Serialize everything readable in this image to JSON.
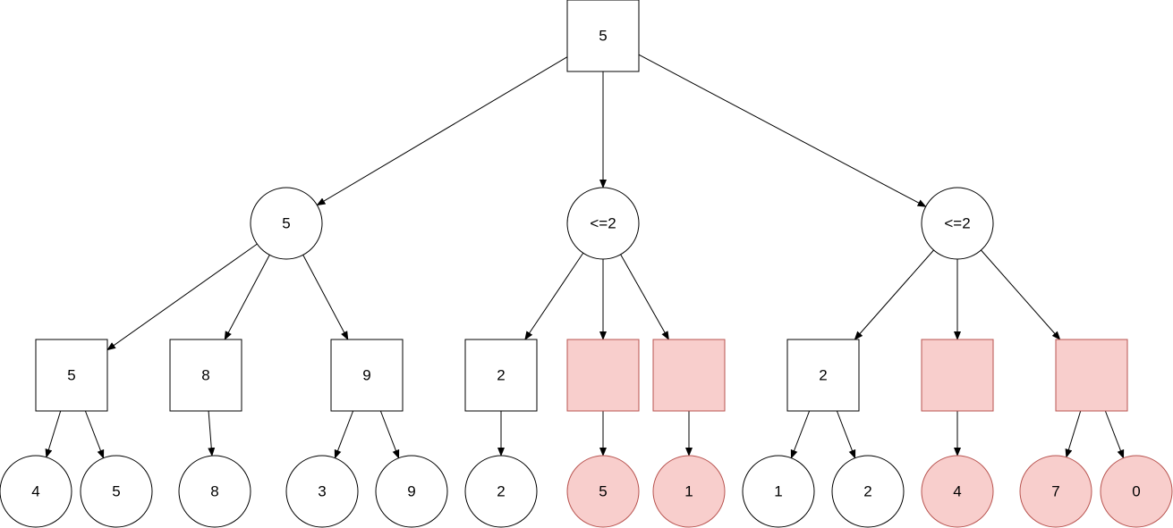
{
  "colors": {
    "stroke": "#000000",
    "node_fill": "#ffffff",
    "pruned_fill": "#f8cecc",
    "pruned_stroke": "#b85450",
    "edge": "#000000"
  },
  "nodes": [
    {
      "id": "root",
      "shape": "square",
      "label": "5",
      "pruned": false
    },
    {
      "id": "min-a",
      "shape": "circle",
      "label": "5",
      "pruned": false
    },
    {
      "id": "min-b",
      "shape": "circle",
      "label": "<=2",
      "pruned": false
    },
    {
      "id": "min-c",
      "shape": "circle",
      "label": "<=2",
      "pruned": false
    },
    {
      "id": "max-a1",
      "shape": "square",
      "label": "5",
      "pruned": false
    },
    {
      "id": "max-a2",
      "shape": "square",
      "label": "8",
      "pruned": false
    },
    {
      "id": "max-a3",
      "shape": "square",
      "label": "9",
      "pruned": false
    },
    {
      "id": "max-b1",
      "shape": "square",
      "label": "2",
      "pruned": false
    },
    {
      "id": "max-b2",
      "shape": "square",
      "label": "",
      "pruned": true
    },
    {
      "id": "max-b3",
      "shape": "square",
      "label": "",
      "pruned": true
    },
    {
      "id": "max-c1",
      "shape": "square",
      "label": "2",
      "pruned": false
    },
    {
      "id": "max-c2",
      "shape": "square",
      "label": "",
      "pruned": true
    },
    {
      "id": "max-c3",
      "shape": "square",
      "label": "",
      "pruned": true
    },
    {
      "id": "leaf-1",
      "shape": "circle",
      "label": "4",
      "pruned": false
    },
    {
      "id": "leaf-2",
      "shape": "circle",
      "label": "5",
      "pruned": false
    },
    {
      "id": "leaf-3",
      "shape": "circle",
      "label": "8",
      "pruned": false
    },
    {
      "id": "leaf-4",
      "shape": "circle",
      "label": "3",
      "pruned": false
    },
    {
      "id": "leaf-5",
      "shape": "circle",
      "label": "9",
      "pruned": false
    },
    {
      "id": "leaf-6",
      "shape": "circle",
      "label": "2",
      "pruned": false
    },
    {
      "id": "leaf-7",
      "shape": "circle",
      "label": "5",
      "pruned": true
    },
    {
      "id": "leaf-8",
      "shape": "circle",
      "label": "1",
      "pruned": true
    },
    {
      "id": "leaf-9",
      "shape": "circle",
      "label": "1",
      "pruned": false
    },
    {
      "id": "leaf-10",
      "shape": "circle",
      "label": "2",
      "pruned": false
    },
    {
      "id": "leaf-11",
      "shape": "circle",
      "label": "4",
      "pruned": true
    },
    {
      "id": "leaf-12",
      "shape": "circle",
      "label": "7",
      "pruned": true
    },
    {
      "id": "leaf-13",
      "shape": "circle",
      "label": "0",
      "pruned": true
    }
  ],
  "edges": [
    [
      "root",
      "min-a"
    ],
    [
      "root",
      "min-b"
    ],
    [
      "root",
      "min-c"
    ],
    [
      "min-a",
      "max-a1"
    ],
    [
      "min-a",
      "max-a2"
    ],
    [
      "min-a",
      "max-a3"
    ],
    [
      "min-b",
      "max-b1"
    ],
    [
      "min-b",
      "max-b2"
    ],
    [
      "min-b",
      "max-b3"
    ],
    [
      "min-c",
      "max-c1"
    ],
    [
      "min-c",
      "max-c2"
    ],
    [
      "min-c",
      "max-c3"
    ],
    [
      "max-a1",
      "leaf-1"
    ],
    [
      "max-a1",
      "leaf-2"
    ],
    [
      "max-a2",
      "leaf-3"
    ],
    [
      "max-a3",
      "leaf-4"
    ],
    [
      "max-a3",
      "leaf-5"
    ],
    [
      "max-b1",
      "leaf-6"
    ],
    [
      "max-b2",
      "leaf-7"
    ],
    [
      "max-b3",
      "leaf-8"
    ],
    [
      "max-c1",
      "leaf-9"
    ],
    [
      "max-c1",
      "leaf-10"
    ],
    [
      "max-c2",
      "leaf-11"
    ],
    [
      "max-c3",
      "leaf-12"
    ],
    [
      "max-c3",
      "leaf-13"
    ]
  ]
}
